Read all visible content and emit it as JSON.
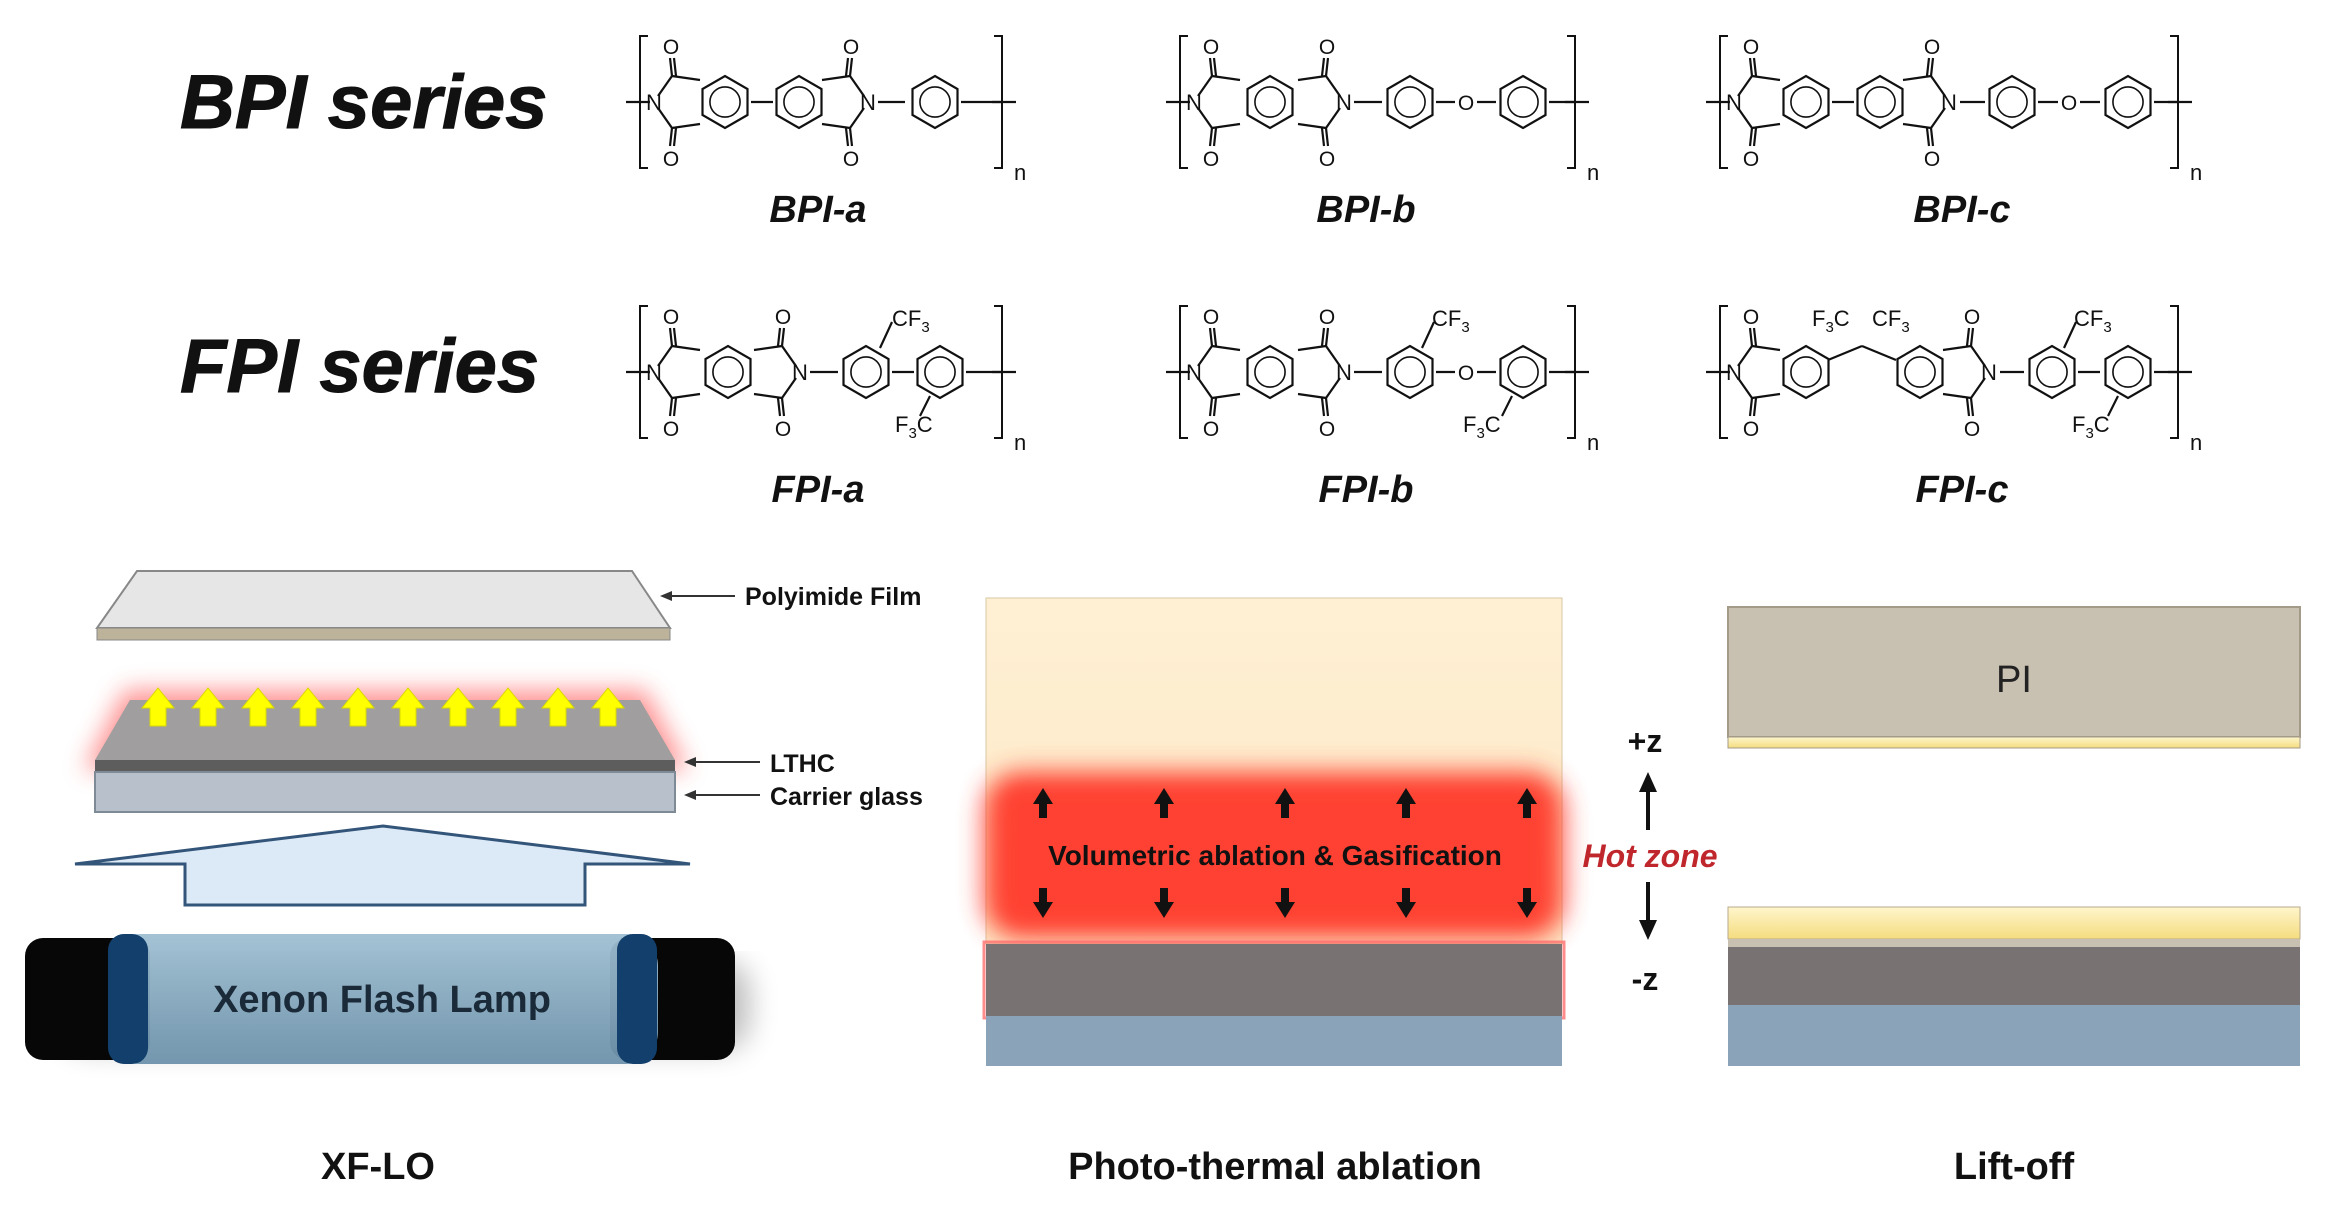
{
  "series": {
    "bpi": {
      "label": "BPI series",
      "items": [
        "BPI-a",
        "BPI-b",
        "BPI-c"
      ]
    },
    "fpi": {
      "label": "FPI series",
      "items": [
        "FPI-a",
        "FPI-b",
        "FPI-c"
      ]
    }
  },
  "chem": {
    "n": "n",
    "N": "N",
    "O": "O",
    "CF": "CF",
    "F": "F",
    "C": "C",
    "sub3": "3"
  },
  "xflo": {
    "polyimide_film": "Polyimide Film",
    "lthc": "LTHC",
    "carrier_glass": "Carrier glass",
    "lamp": "Xenon Flash Lamp",
    "caption": "XF-LO"
  },
  "ablation": {
    "label": "Volumetric ablation & Gasification",
    "plus_z": "+z",
    "minus_z": "-z",
    "hot_zone": "Hot zone",
    "caption": "Photo-thermal ablation"
  },
  "liftoff": {
    "pi": "PI",
    "caption": "Lift-off"
  },
  "colors": {
    "hot_zone": "#c0272d",
    "film": "#e4e4e4",
    "lthc": "#6e6e6e",
    "glass": "#7e9cb4",
    "pi": "#c8c0b1",
    "arrow_yellow": "#ffff00",
    "heat_red": "#ff3a2a"
  }
}
